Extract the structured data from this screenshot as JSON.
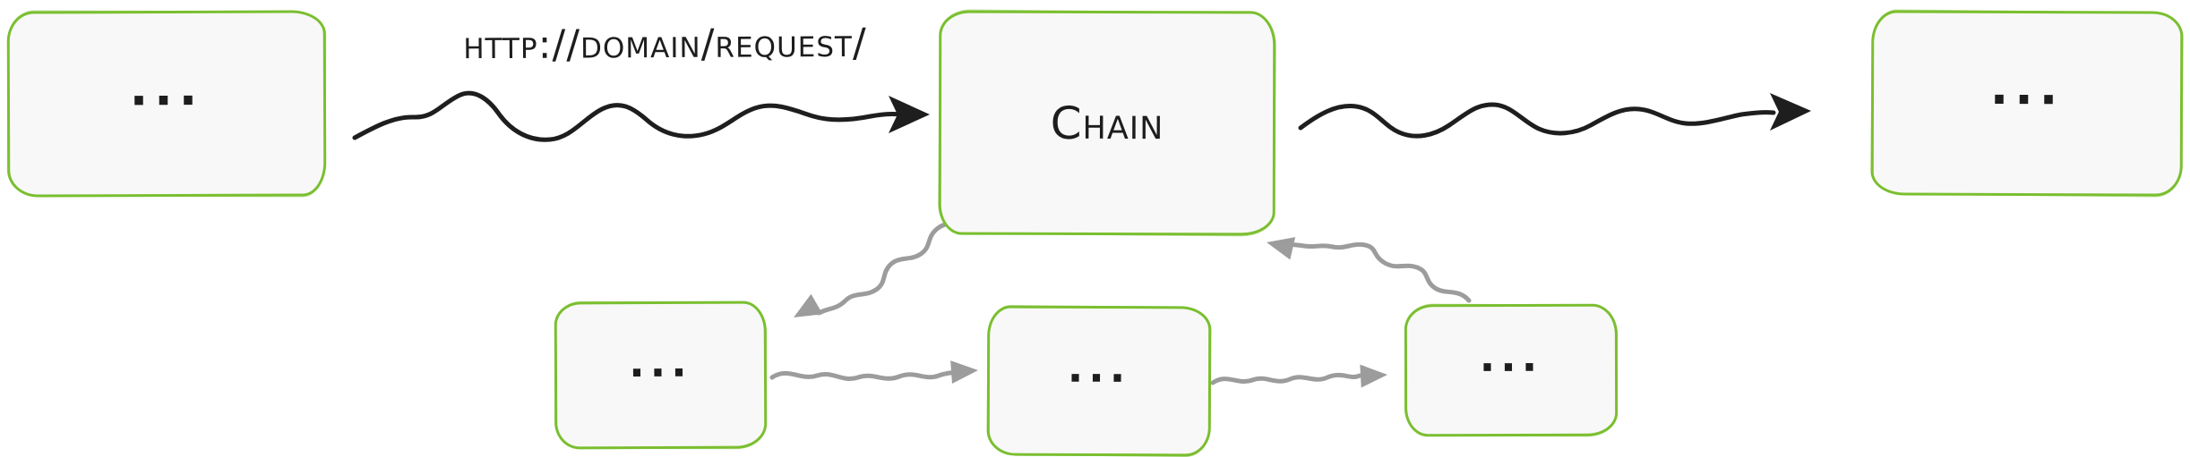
{
  "request_label": "http://domain/request/",
  "nodes": {
    "left": {
      "label": "..."
    },
    "chain": {
      "label": "Chain"
    },
    "right": {
      "label": "..."
    },
    "middleware_1": {
      "label": "..."
    },
    "middleware_2": {
      "label": "..."
    },
    "middleware_3": {
      "label": "..."
    }
  },
  "arrows": [
    {
      "name": "request-arrow",
      "from": "left-node",
      "to": "chain-node",
      "style": "black-squiggle",
      "label": "http://domain/request/"
    },
    {
      "name": "forward-arrow",
      "from": "chain-node",
      "to": "right-node",
      "style": "black-squiggle",
      "label": ""
    },
    {
      "name": "chain-to-middleware-1-arrow",
      "from": "chain-node",
      "to": "middleware-1-node",
      "style": "gray-squiggle"
    },
    {
      "name": "middleware-1-to-middleware-2-arrow",
      "from": "middleware-1-node",
      "to": "middleware-2-node",
      "style": "gray-squiggle"
    },
    {
      "name": "middleware-2-to-middleware-3-arrow",
      "from": "middleware-2-node",
      "to": "middleware-3-node",
      "style": "gray-squiggle"
    },
    {
      "name": "middleware-3-to-chain-arrow",
      "from": "middleware-3-node",
      "to": "chain-node",
      "style": "gray-squiggle"
    }
  ],
  "colors": {
    "box_stroke": "#7bbf30",
    "box_fill": "#f8f8f8",
    "black_arrow": "#1e1e1e",
    "gray_arrow": "#9c9c9c",
    "text": "#1d1d1d"
  }
}
